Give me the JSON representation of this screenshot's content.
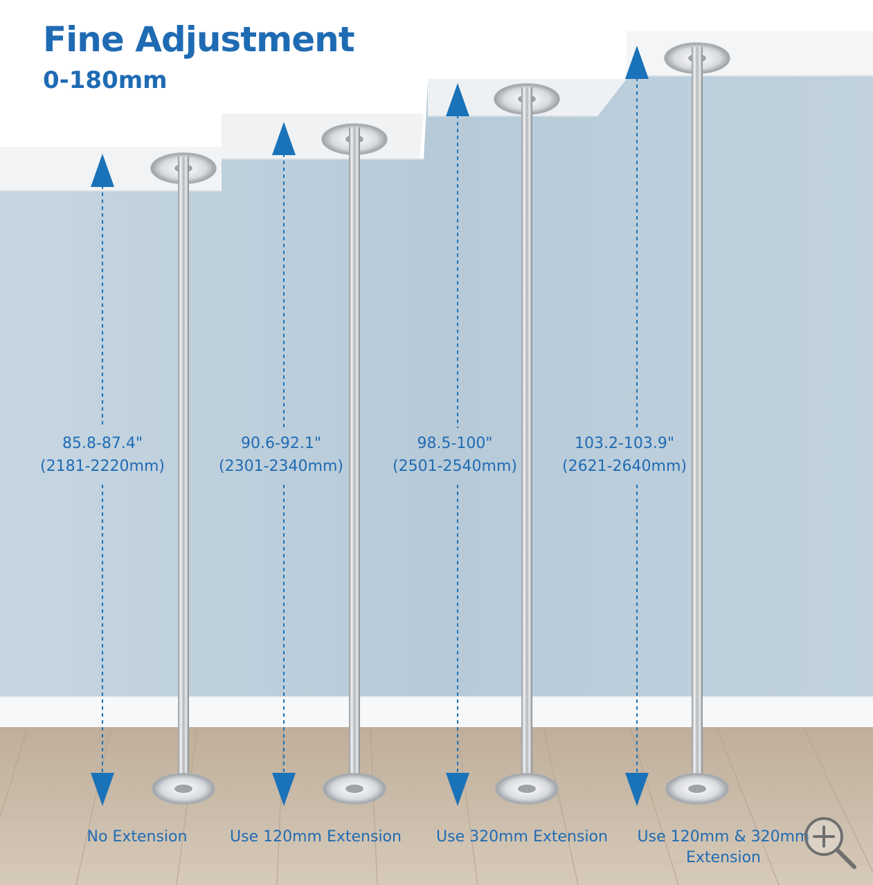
{
  "header": {
    "title": "Fine Adjustment",
    "subtitle": "0-180mm"
  },
  "colors": {
    "accent": "#1f6bb3",
    "arrow": "#1a72b8",
    "wall": "#b8ccd9",
    "ceiling": "#ffffff",
    "floor": "#cbbcaa",
    "pole": "#c9ccd0"
  },
  "poles": [
    {
      "range_in": "85.8-87.4\"",
      "range_mm": "(2181-2220mm)",
      "caption": "No Extension"
    },
    {
      "range_in": "90.6-92.1\"",
      "range_mm": "(2301-2340mm)",
      "caption": "Use 120mm Extension"
    },
    {
      "range_in": "98.5-100\"",
      "range_mm": "(2501-2540mm)",
      "caption": "Use 320mm Extension"
    },
    {
      "range_in": "103.2-103.9\"",
      "range_mm": "(2621-2640mm)",
      "caption": "Use 120mm & 320mm Extension"
    }
  ],
  "zoom_control": {
    "icon": "zoom-in-icon"
  }
}
